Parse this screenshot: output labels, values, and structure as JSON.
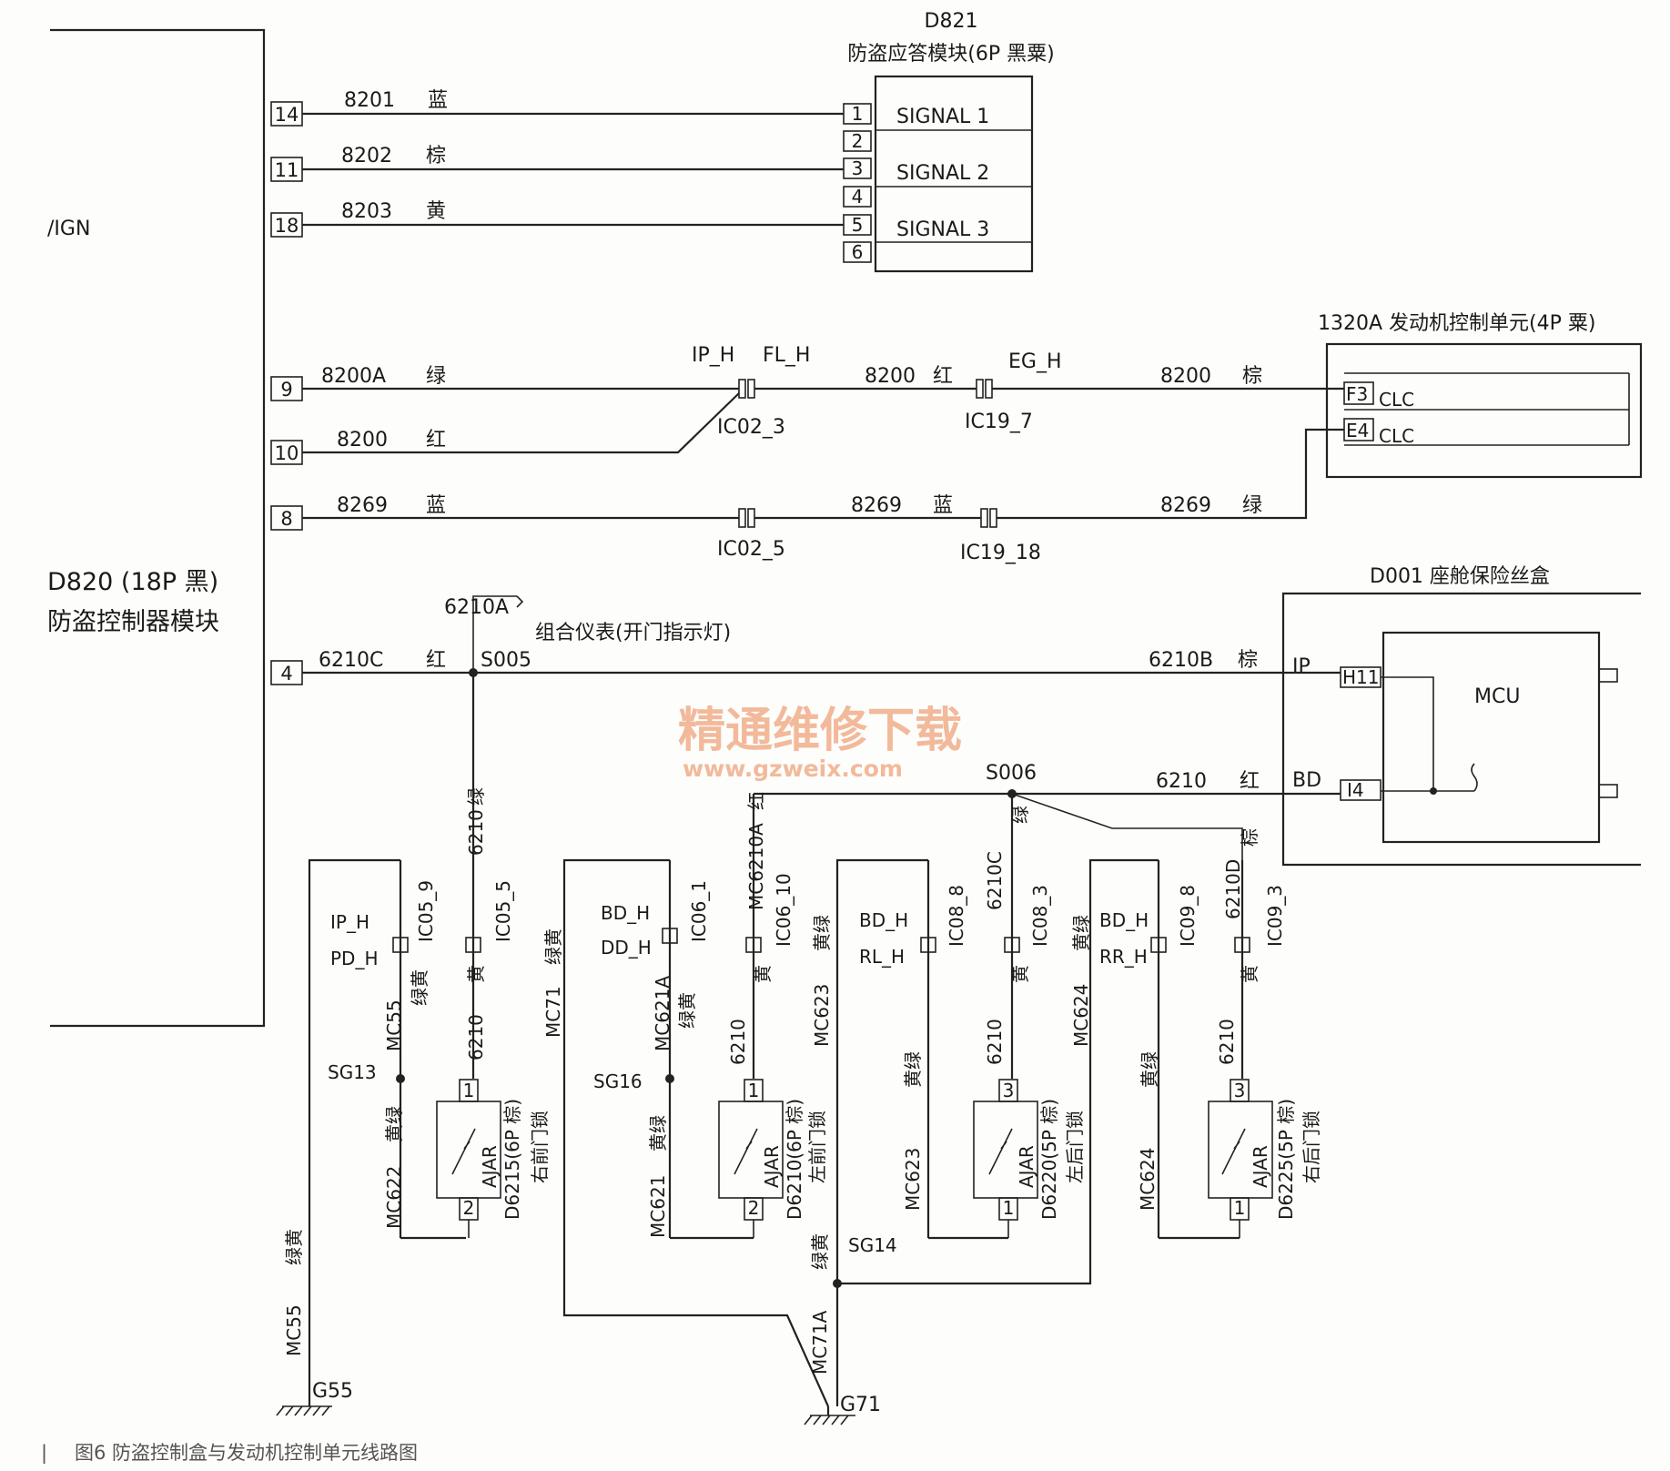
{
  "modules": {
    "d820": {
      "id": "D820 (18P 黑)",
      "name": "防盗控制器模块",
      "ign": "/IGN"
    },
    "d821": {
      "id": "D821",
      "name": "防盗应答模块(6P 黑粟)",
      "signal1": "SIGNAL  1",
      "signal2": "SIGNAL  2",
      "signal3": "SIGNAL  3"
    },
    "ecu": {
      "title": "1320A  发动机控制单元(4P 粟)",
      "f3": "F3",
      "f4": "E4",
      "clc": "CLC"
    },
    "d001": {
      "title": "D001  座舱保险丝盒",
      "mcu": "MCU",
      "h11": "H11",
      "i4": "I4",
      "ip": "IP",
      "bd": "BD"
    }
  },
  "pins": {
    "p14": "14",
    "p11": "11",
    "p18": "18",
    "p9": "9",
    "p10": "10",
    "p8": "8",
    "p4": "4",
    "r1": "1",
    "r2": "2",
    "r3": "3",
    "r4": "4",
    "r5": "5",
    "r6": "6"
  },
  "wires": {
    "w8201": "8201",
    "w8202": "8202",
    "w8203": "8203",
    "w8200a": "8200A",
    "w8200": "8200",
    "w8269": "8269",
    "w6210c": "6210C",
    "w6210a": "6210A",
    "w6210b": "6210B",
    "w6210": "6210",
    "mc6210a": "MC6210A",
    "w6210cv": "6210C",
    "w6210d": "6210D",
    "mc55": "MC55",
    "mc622": "MC622",
    "mc71": "MC71",
    "mc621a": "MC621A",
    "mc621": "MC621",
    "mc623": "MC623",
    "mc624": "MC624",
    "mc71a": "MC71A"
  },
  "colors": {
    "lan": "蓝",
    "zong": "棕",
    "huang": "黄",
    "lv": "绿",
    "hong": "红",
    "lvhuang": "绿黄",
    "huanglv": "黄绿"
  },
  "connectors": {
    "iph": "IP_H",
    "flh": "FL_H",
    "egh": "EG_H",
    "ic02_3": "IC02_3",
    "ic02_5": "IC02_5",
    "ic19_7": "IC19_7",
    "ic19_18": "IC19_18",
    "pdh": "PD_H",
    "ic05_9": "IC05_9",
    "ic05_5": "IC05_5",
    "bdh": "BD_H",
    "ddh": "DD_H",
    "ic06_1": "IC06_1",
    "ic06_10": "IC06_10",
    "rlh": "RL_H",
    "ic08_8": "IC08_8",
    "ic08_3": "IC08_3",
    "rrh": "RR_H",
    "ic09_8": "IC09_8",
    "ic09_3": "IC09_3"
  },
  "splices": {
    "s005": "S005",
    "s006": "S006",
    "sg13": "SG13",
    "sg16": "SG16",
    "sg14": "SG14",
    "g55": "G55",
    "g71": "G71"
  },
  "cluster": "组合仪表(开门指示灯)",
  "locks": {
    "ajar": "AJAR",
    "d6215": "D6215(6P 棕)",
    "d6215n": "右前门锁",
    "d6210": "D6210(6P 棕)",
    "d6210n": "左前门锁",
    "d6220": "D6220(5P 棕)",
    "d6220n": "左后门锁",
    "d6225": "D6225(5P 棕)",
    "d6225n": "右后门锁"
  },
  "watermark": {
    "cn": "精通维修下载",
    "url": "www.gzweix.com"
  },
  "caption": {
    "bar": "|",
    "text": "图6  防盗控制盒与发动机控制单元线路图"
  }
}
